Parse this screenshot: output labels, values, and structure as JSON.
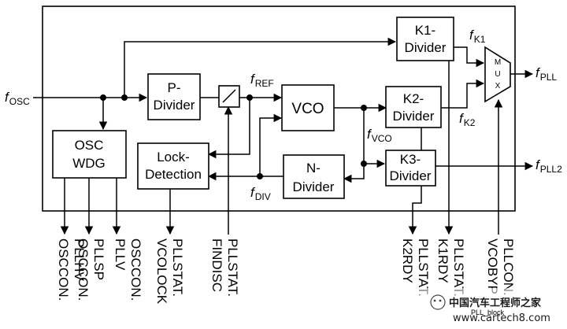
{
  "blocks": {
    "p_divider": [
      "P-",
      "Divider"
    ],
    "vco": [
      "VCO"
    ],
    "k1_divider": [
      "K1-",
      "Divider"
    ],
    "k2_divider": [
      "K2-",
      "Divider"
    ],
    "k3_divider": [
      "K3-",
      "Divider"
    ],
    "n_divider": [
      "N-",
      "Divider"
    ],
    "osc_wdg": [
      "OSC",
      "WDG"
    ],
    "lock_detection": [
      "Lock-",
      "Detection"
    ],
    "mux": [
      "M",
      "U",
      "X"
    ]
  },
  "signals": {
    "f_osc": {
      "main": "f",
      "sub": "OSC"
    },
    "f_ref": {
      "main": "f",
      "sub": "REF"
    },
    "f_vco": {
      "main": "f",
      "sub": "VCO"
    },
    "f_div": {
      "main": "f",
      "sub": "DIV"
    },
    "f_k1": {
      "main": "f",
      "sub": "K1"
    },
    "f_k2": {
      "main": "f",
      "sub": "K2"
    },
    "f_pll": {
      "main": "f",
      "sub": "PLL"
    },
    "f_pll2": {
      "main": "f",
      "sub": "PLL2"
    }
  },
  "outputs": [
    [
      "OSCCON.",
      "PLLHV"
    ],
    [
      "OSCCON.",
      "PLLSP"
    ],
    [
      "OSCCON.",
      "PLLV"
    ],
    [
      "PLLSTAT.",
      "VCOLOCK"
    ],
    [
      "PLLSTAT.",
      "FINDISC"
    ],
    [
      "PLLSTAT.",
      "K2RDY"
    ],
    [
      "PLLSTAT.",
      "K1RDY"
    ],
    [
      "PLLCON.",
      "VCOBYP"
    ]
  ],
  "watermark": {
    "line1": "中国汽车工程师之家",
    "line2": "www.cartech8.com",
    "overlay": "PLL_block"
  }
}
